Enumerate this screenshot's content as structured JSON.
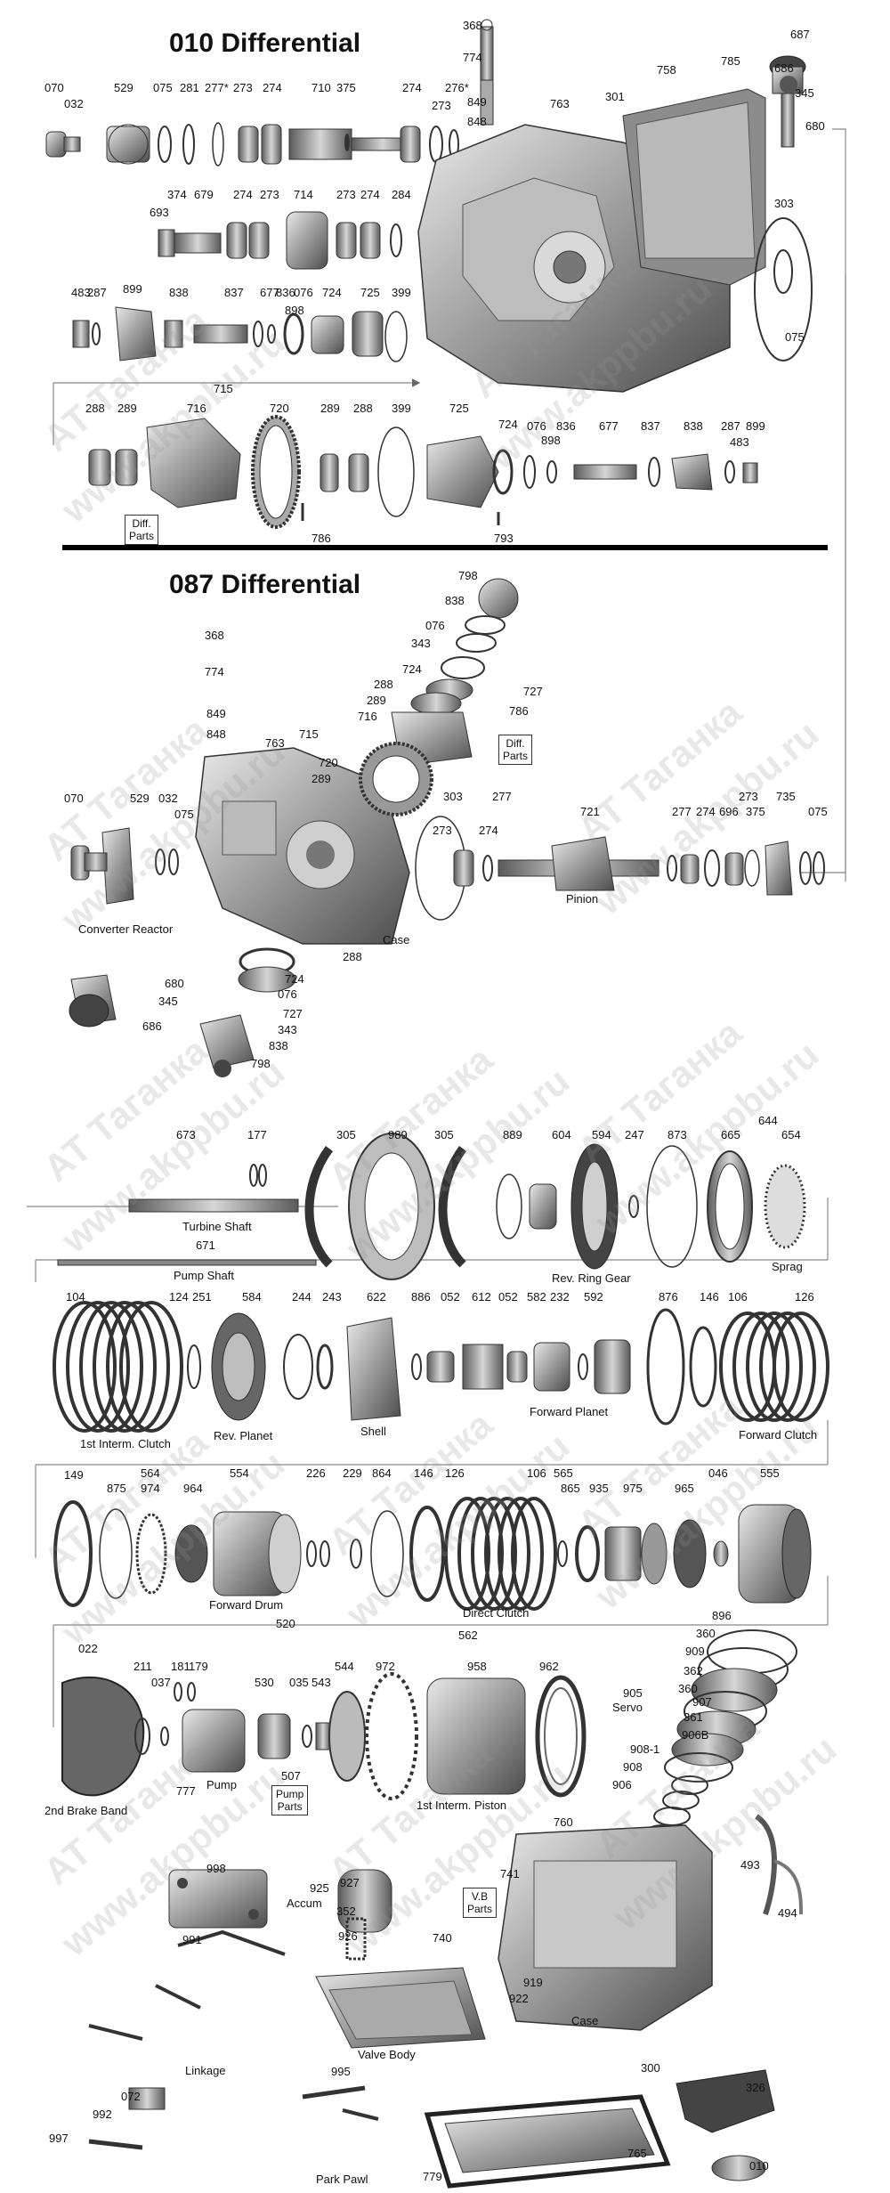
{
  "sections": {
    "s010": "010 Differential",
    "s087": "087 Differential"
  },
  "watermarks": [
    "АТ Таганка",
    "www.akppbu.ru"
  ],
  "callouts": [
    "070",
    "032",
    "529",
    "075",
    "281",
    "277*",
    "273",
    "274",
    "710",
    "375",
    "274",
    "273",
    "276*",
    "368",
    "774",
    "849",
    "848",
    "763",
    "758",
    "785",
    "687",
    "686",
    "345",
    "680",
    "301",
    "374",
    "679",
    "693",
    "274",
    "273",
    "714",
    "273",
    "274",
    "284",
    "303",
    "483",
    "287",
    "899",
    "838",
    "837",
    "677",
    "836",
    "898",
    "076",
    "724",
    "725",
    "399",
    "075",
    "715",
    "288",
    "289",
    "716",
    "720",
    "289",
    "288",
    "399",
    "725",
    "724",
    "076",
    "898",
    "836",
    "677",
    "837",
    "838",
    "287",
    "483",
    "899",
    "786",
    "793",
    "798",
    "838",
    "076",
    "343",
    "724",
    "288",
    "289",
    "727",
    "716",
    "786",
    "715",
    "720",
    "289",
    "368",
    "774",
    "849",
    "848",
    "763",
    "070",
    "529",
    "032",
    "075",
    "303",
    "273",
    "274",
    "277",
    "721",
    "277",
    "274",
    "696",
    "273",
    "375",
    "735",
    "075",
    "288",
    "680",
    "345",
    "686",
    "724",
    "076",
    "727",
    "343",
    "838",
    "798",
    "673",
    "177",
    "671",
    "305",
    "989",
    "305",
    "889",
    "604",
    "594",
    "247",
    "873",
    "665",
    "644",
    "654",
    "104",
    "124",
    "251",
    "584",
    "244",
    "243",
    "622",
    "886",
    "052",
    "612",
    "052",
    "582",
    "232",
    "592",
    "876",
    "146",
    "106",
    "126",
    "149",
    "875",
    "974",
    "564",
    "964",
    "554",
    "226",
    "229",
    "864",
    "146",
    "126",
    "106",
    "565",
    "865",
    "935",
    "975",
    "965",
    "046",
    "555",
    "520",
    "562",
    "022",
    "211",
    "037",
    "181",
    "179",
    "530",
    "035",
    "543",
    "544",
    "972",
    "958",
    "962",
    "896",
    "360",
    "909",
    "905",
    "362",
    "360",
    "907",
    "361",
    "906B",
    "908-1",
    "908",
    "906",
    "777",
    "507",
    "998",
    "925",
    "927",
    "352",
    "926",
    "760",
    "741",
    "740",
    "919",
    "922",
    "493",
    "494",
    "991",
    "995",
    "300",
    "072",
    "992",
    "997",
    "779",
    "765",
    "326",
    "010"
  ],
  "part_labels": [
    "Converter Reactor",
    "Case",
    "Pinion",
    "Turbine Shaft",
    "Pump Shaft",
    "Rev. Ring Gear",
    "Sprag",
    "1st Interm. Clutch",
    "Rev. Planet",
    "Shell",
    "Forward Planet",
    "Forward Clutch",
    "Forward Drum",
    "Direct Clutch",
    "2nd Brake Band",
    "Pump",
    "1st Interm. Piston",
    "Servo",
    "Accum",
    "Linkage",
    "Valve Body",
    "Case",
    "Park Pawl"
  ],
  "boxed_labels": [
    [
      "Diff.",
      "Parts"
    ],
    [
      "Diff.",
      "Parts"
    ],
    [
      "Pump",
      "Parts"
    ],
    [
      "V.B",
      "Parts"
    ]
  ]
}
